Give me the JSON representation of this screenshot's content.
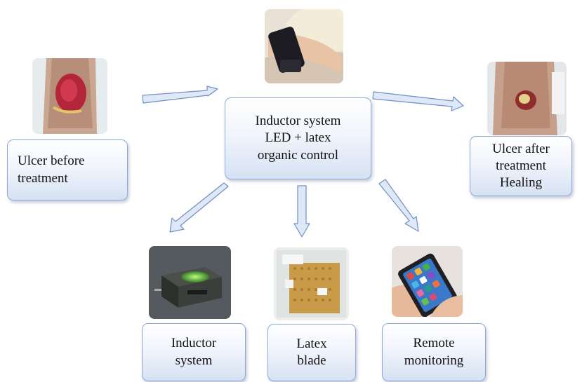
{
  "center_box": {
    "lines": [
      "Inductor system",
      "LED + latex",
      "organic control"
    ]
  },
  "before_box": {
    "lines": [
      "Ulcer before",
      "treatment"
    ]
  },
  "after_box": {
    "lines": [
      "Ulcer after",
      "treatment",
      "Healing"
    ]
  },
  "inductor_box": {
    "lines": [
      "Inductor",
      "system"
    ]
  },
  "latex_box": {
    "lines": [
      "Latex",
      "blade"
    ]
  },
  "remote_box": {
    "lines": [
      "Remote",
      "monitoring"
    ]
  },
  "colors": {
    "box_border": "#8faad8",
    "box_fill_top": "#ffffff",
    "box_fill_bottom": "#d6e1f3",
    "arrow_fill": "#dfe8f6",
    "arrow_stroke": "#6f8fc6"
  },
  "images": [
    {
      "name": "ulcer-before-photo"
    },
    {
      "name": "leg-device-photo"
    },
    {
      "name": "ulcer-after-photo"
    },
    {
      "name": "inductor-device-photo"
    },
    {
      "name": "latex-blade-photo"
    },
    {
      "name": "smartphone-photo"
    }
  ]
}
